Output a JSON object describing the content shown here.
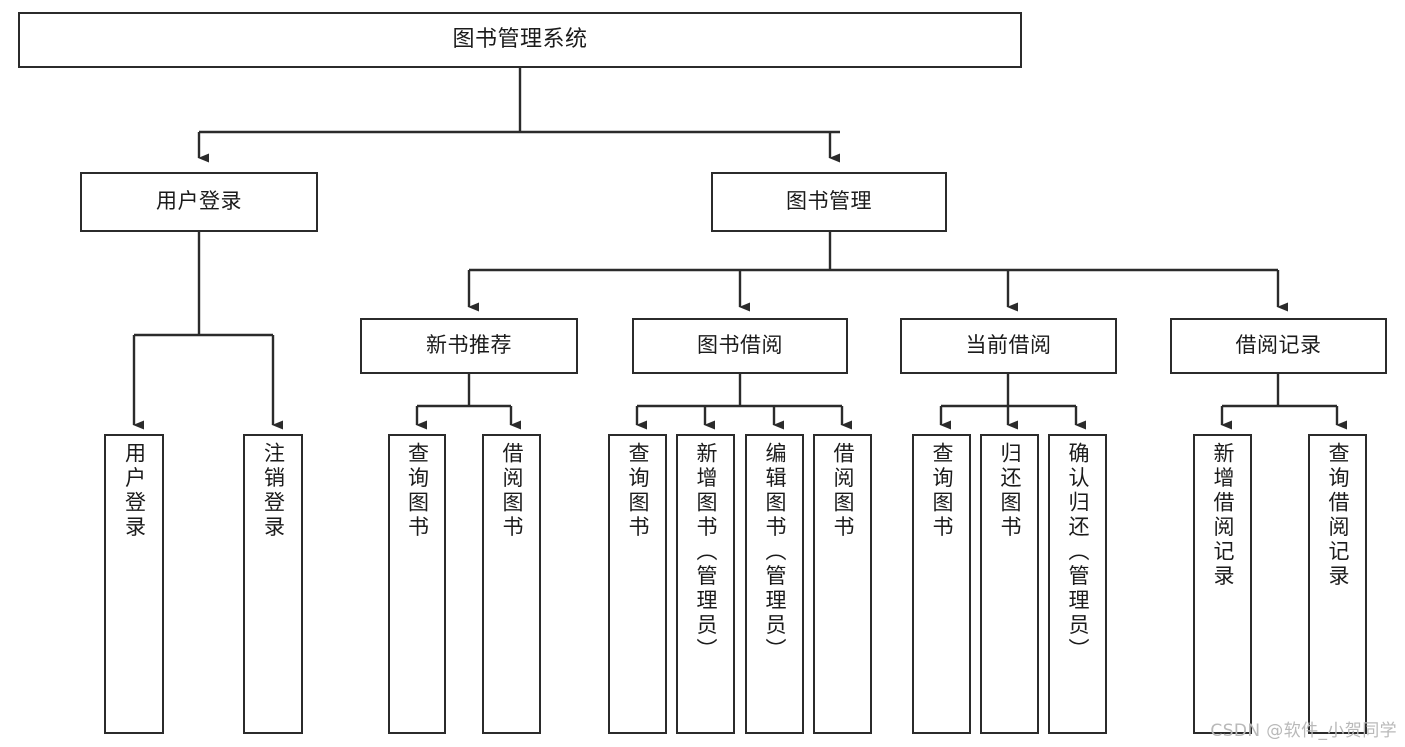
{
  "diagram": {
    "title": "图书管理系统",
    "type": "功能结构图",
    "colors": {
      "box_border": "#2b2b2b",
      "box_fill": "#ffffff",
      "connector": "#2b2b2b",
      "background": "#ffffff",
      "watermark": "#b9b9b9"
    },
    "root": {
      "label": "图书管理系统"
    },
    "level2": [
      {
        "label": "用户登录"
      },
      {
        "label": "图书管理"
      }
    ],
    "level3": [
      {
        "label": "新书推荐"
      },
      {
        "label": "图书借阅"
      },
      {
        "label": "当前借阅"
      },
      {
        "label": "借阅记录"
      }
    ],
    "leaves": {
      "user_login": [
        {
          "label": "用户登录"
        },
        {
          "label": "注销登录"
        }
      ],
      "new_book_recommend": [
        {
          "label": "查询图书"
        },
        {
          "label": "借阅图书"
        }
      ],
      "book_borrow": [
        {
          "label": "查询图书"
        },
        {
          "label": "新增图书（管理员）"
        },
        {
          "label": "编辑图书（管理员）"
        },
        {
          "label": "借阅图书"
        }
      ],
      "current_borrow": [
        {
          "label": "查询图书"
        },
        {
          "label": "归还图书"
        },
        {
          "label": "确认归还（管理员）"
        }
      ],
      "borrow_record": [
        {
          "label": "新增借阅记录"
        },
        {
          "label": "查询借阅记录"
        }
      ]
    },
    "watermark": "CSDN @软件_小贺同学"
  }
}
